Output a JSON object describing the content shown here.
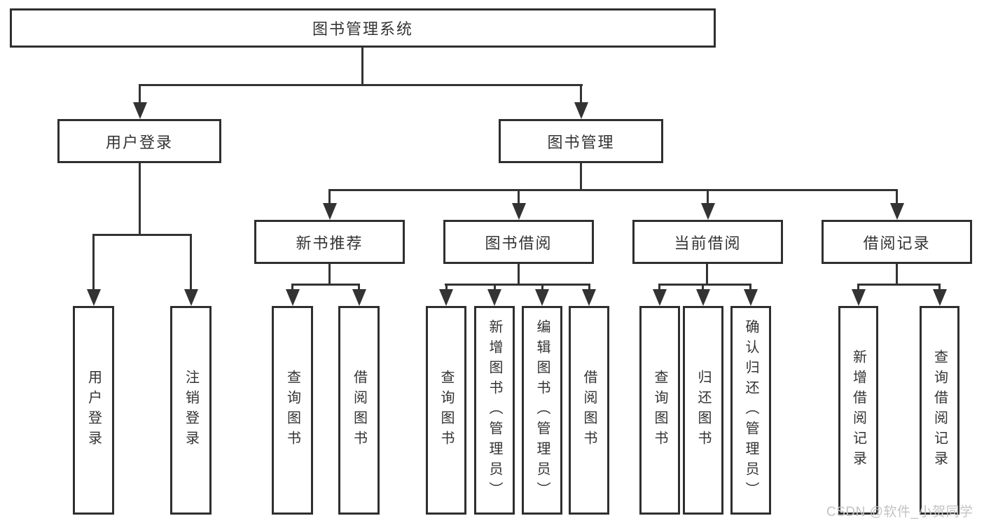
{
  "diagram": {
    "title": "图书管理系统",
    "level2": [
      {
        "label": "用户登录"
      },
      {
        "label": "图书管理"
      }
    ],
    "level3": [
      {
        "label": "新书推荐"
      },
      {
        "label": "图书借阅"
      },
      {
        "label": "当前借阅"
      },
      {
        "label": "借阅记录"
      }
    ],
    "leaves": {
      "user_login": [
        "用户登录",
        "注销登录"
      ],
      "new_book": [
        "查询图书",
        "借阅图书"
      ],
      "book_borrow": [
        "查询图书",
        "新增图书（管理员）",
        "编辑图书（管理员）",
        "借阅图书"
      ],
      "current_borrow": [
        "查询图书",
        "归还图书",
        "确认归还（管理员）"
      ],
      "borrow_record": [
        "新增借阅记录",
        "查询借阅记录"
      ]
    }
  },
  "watermark": {
    "text": "CSDN @软件_小贺同学"
  },
  "colors": {
    "line": "#333333",
    "border": "#2f2f2f",
    "text": "#333333",
    "watermark": "#c3c3c3",
    "background": "#ffffff"
  }
}
